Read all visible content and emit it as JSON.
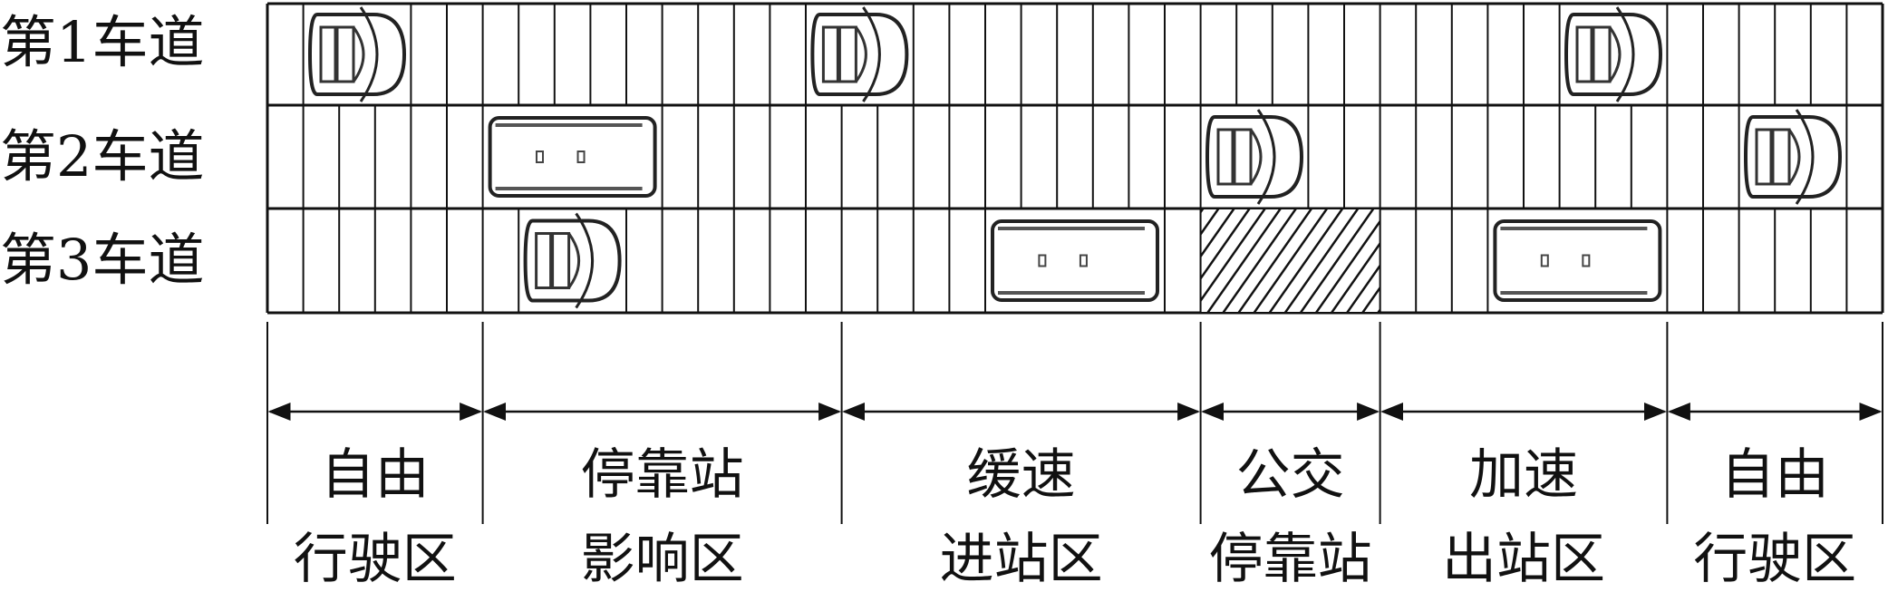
{
  "lanes": [
    {
      "label": "第1车道"
    },
    {
      "label": "第2车道"
    },
    {
      "label": "第3车道"
    }
  ],
  "cell_count": 45,
  "zones": [
    {
      "line1": "自由",
      "line2": "行驶区",
      "start": 0,
      "end": 6
    },
    {
      "line1": "停靠站",
      "line2": "影响区",
      "start": 6,
      "end": 16
    },
    {
      "line1": "缓速",
      "line2": "进站区",
      "start": 16,
      "end": 26
    },
    {
      "line1": "公交",
      "line2": "停靠站",
      "start": 26,
      "end": 31
    },
    {
      "line1": "加速",
      "line2": "出站区",
      "start": 31,
      "end": 39
    },
    {
      "line1": "自由",
      "line2": "行驶区",
      "start": 39,
      "end": 45
    }
  ],
  "vehicles": [
    {
      "lane": 0,
      "type": "car",
      "start": 1,
      "length": 3
    },
    {
      "lane": 0,
      "type": "car",
      "start": 15,
      "length": 3
    },
    {
      "lane": 0,
      "type": "car",
      "start": 36,
      "length": 3
    },
    {
      "lane": 1,
      "type": "bus",
      "start": 6,
      "length": 5
    },
    {
      "lane": 1,
      "type": "car",
      "start": 26,
      "length": 3
    },
    {
      "lane": 1,
      "type": "car",
      "start": 41,
      "length": 3
    },
    {
      "lane": 2,
      "type": "car",
      "start": 7,
      "length": 3
    },
    {
      "lane": 2,
      "type": "bus",
      "start": 20,
      "length": 5
    },
    {
      "lane": 2,
      "type": "stop",
      "start": 26,
      "length": 5
    },
    {
      "lane": 2,
      "type": "bus",
      "start": 34,
      "length": 5
    }
  ]
}
